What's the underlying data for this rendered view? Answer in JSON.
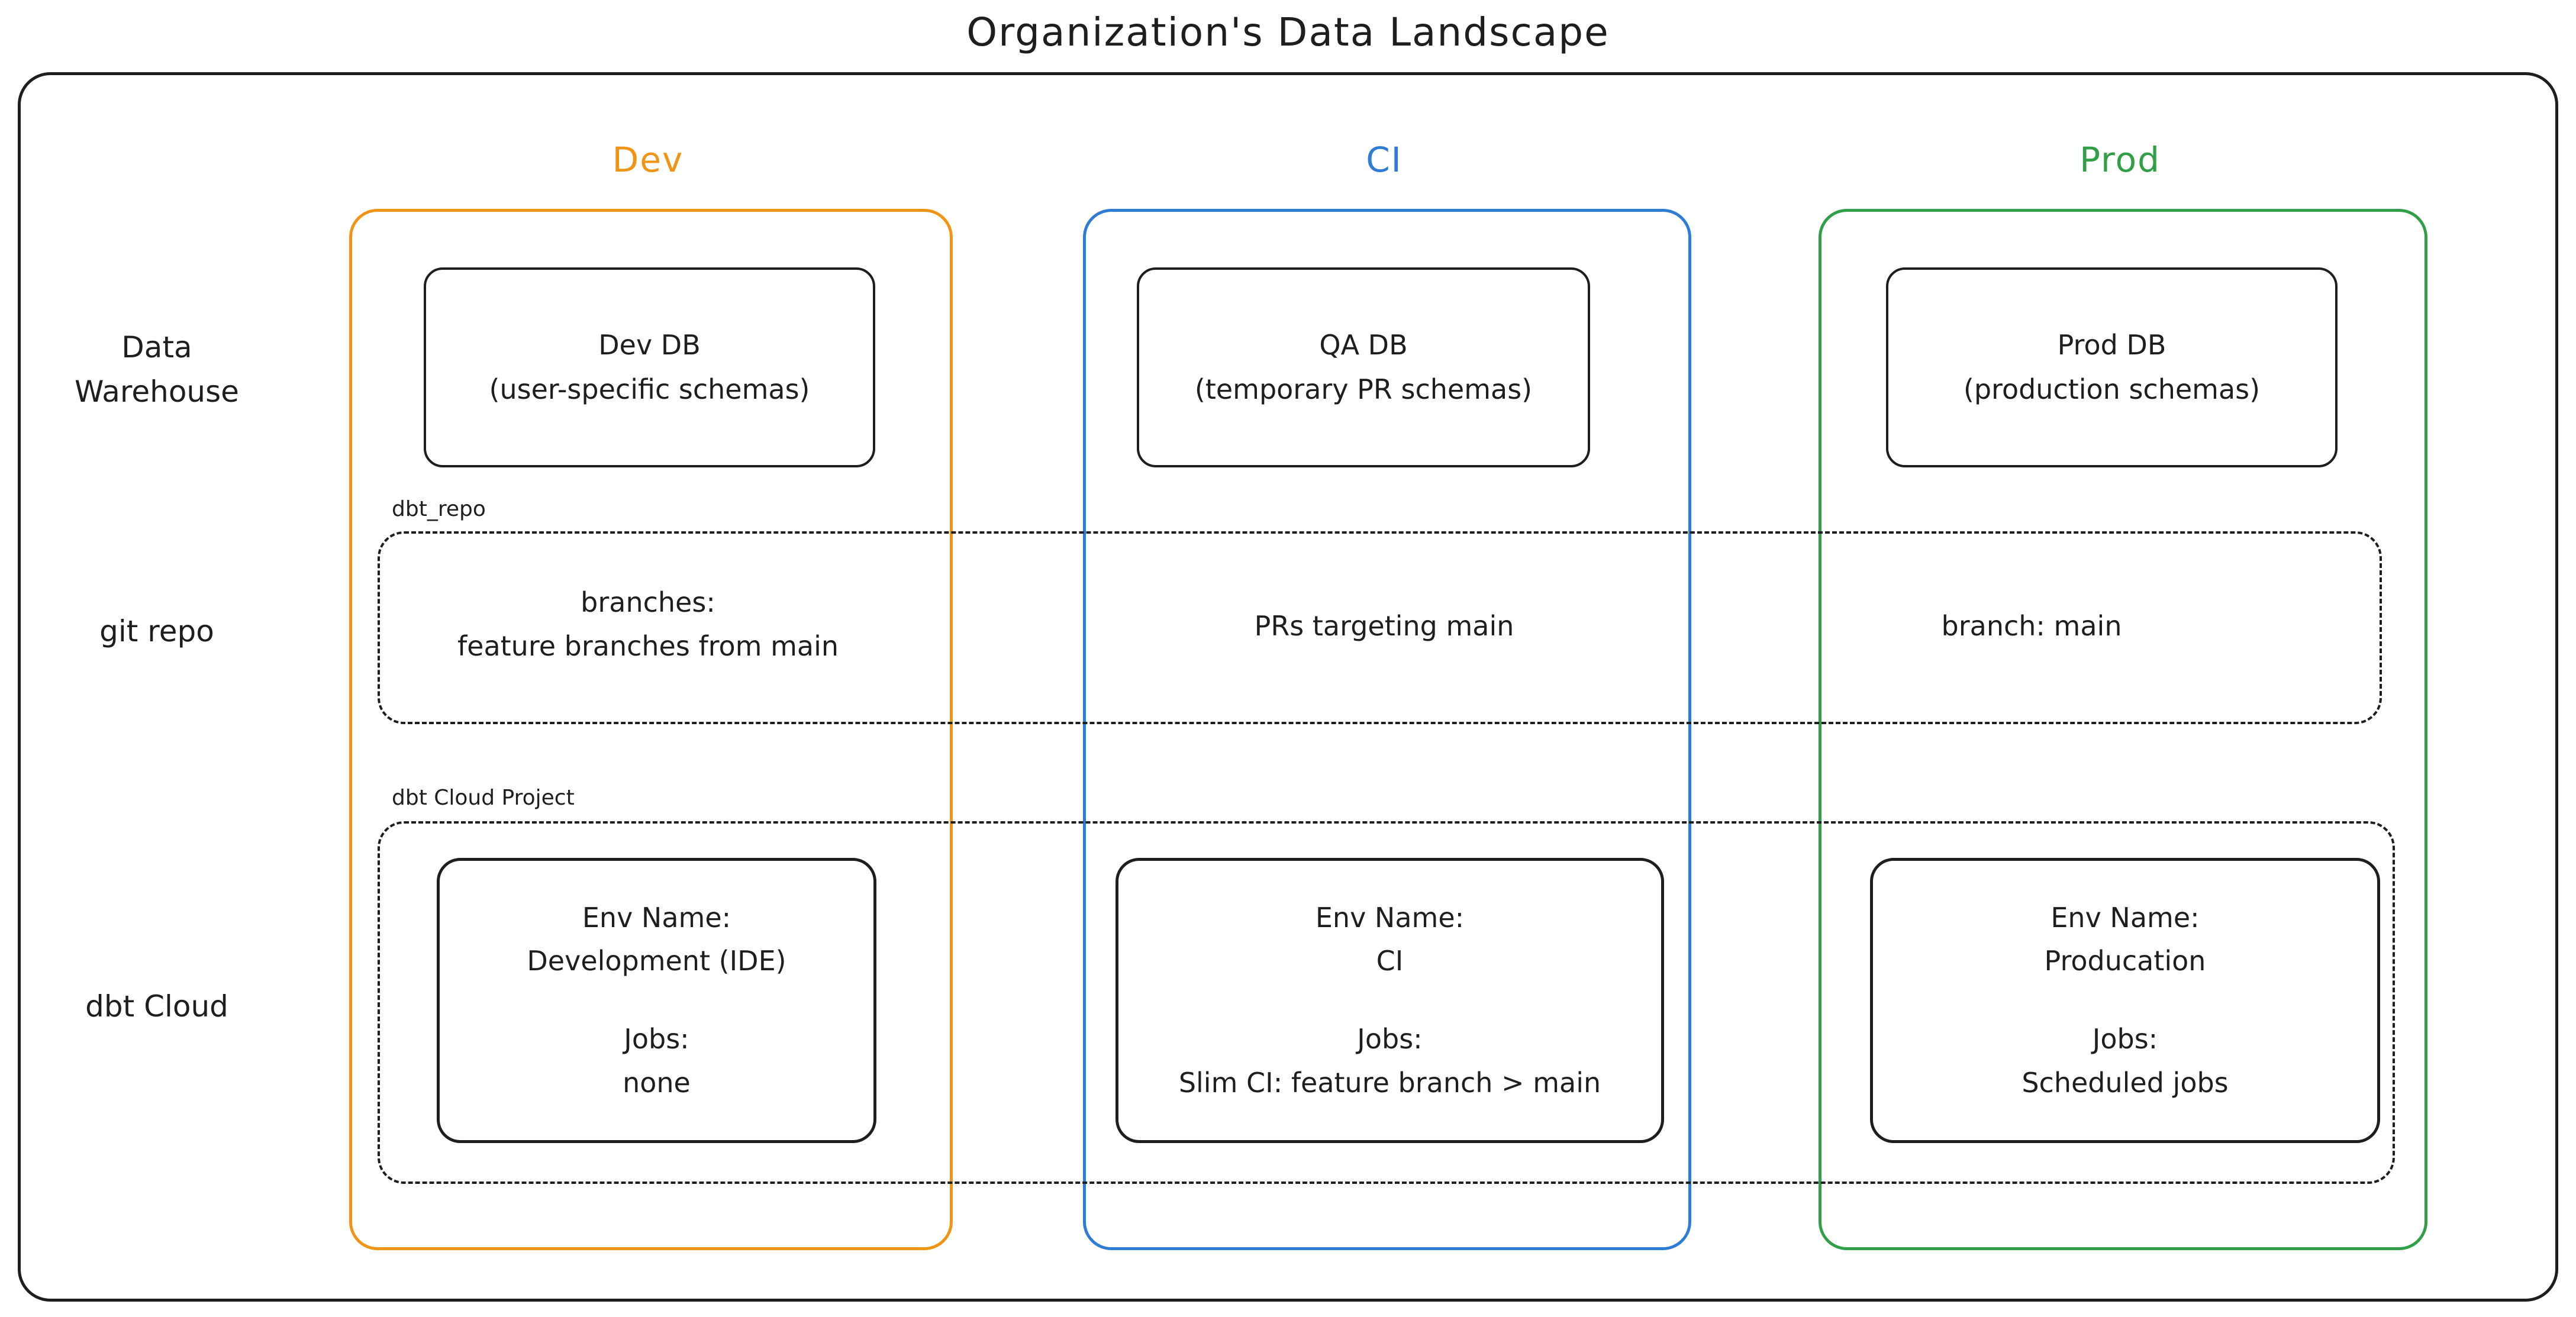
{
  "title": "Organization's Data Landscape",
  "colors": {
    "dev_orange": "#ef9414",
    "ci_blue": "#2e7cd3",
    "prod_green": "#319f47",
    "ink": "#1e1e1e"
  },
  "rows": [
    {
      "label": "Data Warehouse"
    },
    {
      "label": "git repo"
    },
    {
      "label": "dbt Cloud"
    }
  ],
  "git_box": {
    "label": "dbt_repo"
  },
  "dbt_box": {
    "label": "dbt Cloud Project"
  },
  "columns": [
    {
      "label": "Dev",
      "db_line1": "Dev DB",
      "db_line2": "(user-specific schemas)",
      "git_line1": "branches:",
      "git_line2": "feature branches from main",
      "env_name_label": "Env Name:",
      "env_name": "Development (IDE)",
      "jobs_label": "Jobs:",
      "jobs": "none"
    },
    {
      "label": "CI",
      "db_line1": "QA DB",
      "db_line2": "(temporary PR schemas)",
      "git_line1": "PRs targeting main",
      "git_line2": "",
      "env_name_label": "Env Name:",
      "env_name": "CI",
      "jobs_label": "Jobs:",
      "jobs": "Slim CI: feature branch > main"
    },
    {
      "label": "Prod",
      "db_line1": "Prod DB",
      "db_line2": "(production schemas)",
      "git_line1": "branch: main",
      "git_line2": "",
      "env_name_label": "Env Name:",
      "env_name": "Producation",
      "jobs_label": "Jobs:",
      "jobs": "Scheduled jobs"
    }
  ]
}
